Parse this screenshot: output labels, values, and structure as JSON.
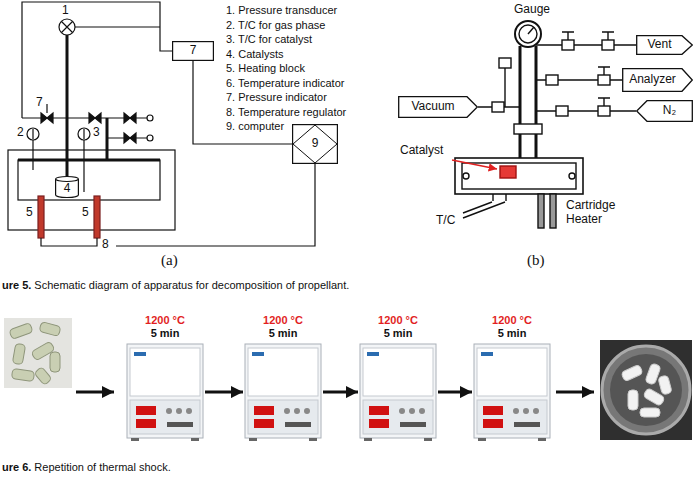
{
  "diagram": {
    "nodes": [
      {
        "text": [
          "7"
        ]
      },
      {
        "text": [
          "4"
        ]
      },
      {
        "text": [
          "9"
        ]
      },
      {
        "text": [
          "Vent"
        ]
      },
      {
        "text": [
          "Analyzer"
        ]
      },
      {
        "text": [
          "N₂"
        ]
      },
      {
        "text": [
          "Vacuum"
        ]
      },
      {
        "text": [
          "1200 °C",
          "5 min"
        ]
      },
      {
        "text": [
          "1200 °C",
          "5 min"
        ]
      },
      {
        "text": [
          "1200 °C",
          "5 min"
        ]
      },
      {
        "text": [
          "1200 °C",
          "5 min"
        ]
      }
    ],
    "edges": [
      {
        "from": 0,
        "to": 2,
        "arrow": "none"
      },
      {
        "from": 7,
        "to": 8,
        "arrow": "to"
      },
      {
        "from": 8,
        "to": 9,
        "arrow": "to"
      },
      {
        "from": 9,
        "to": 10,
        "arrow": "to"
      }
    ],
    "labels": [
      "1",
      "7",
      "2",
      "3",
      "5",
      "5",
      "8",
      "1. Pressure transducer",
      "2. T/C for gas phase",
      "3. T/C for catalyst",
      "4. Catalysts",
      "5. Heating block",
      "6. Temperature indicator",
      "7. Pressure indicator",
      "8. Temperature regulator",
      "9. computer",
      "(a)",
      "Gauge",
      "Catalyst",
      "T/C",
      "Cartridge Heater",
      "(b)",
      "ure 5.",
      "Schematic diagram of apparatus for decomposition of propellant.",
      "ure 6.",
      "Repetition of thermal shock."
    ]
  }
}
